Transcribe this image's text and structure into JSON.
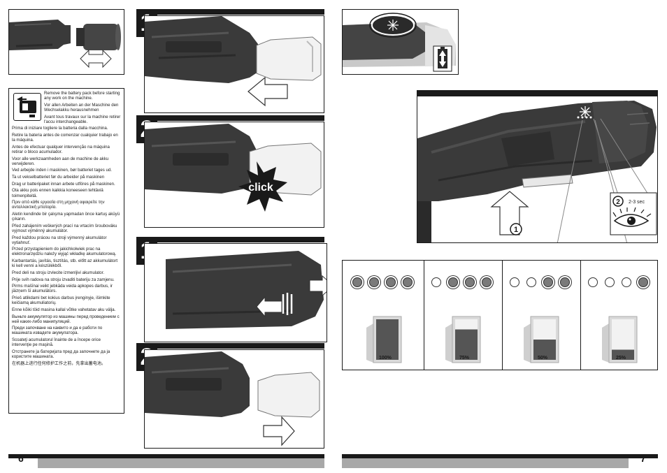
{
  "left_page": {
    "page_number": "6",
    "steps": {
      "insert_1": "1",
      "insert_2": "2",
      "remove_1": "1",
      "remove_2": "2"
    },
    "click_label": "click",
    "warnings": [
      "Remove the battery pack before starting any work on the machine.",
      "Vor allen Arbeiten an der Maschine den Wechselakku herausnehmen",
      "Avant tous travaux sur la machine retirer l'accu interchangeable.",
      "Prima di iniziare togliere la batteria dalla macchina.",
      "Retire la bateria antes de comenzar cualquier trabajo en la máquina.",
      "Antes de efectuar qualquer intervenção na máquina retirar o bloco acumulador.",
      "Voor alle werkzaamheden aan de machine de akku verwijderen.",
      "Ved arbejde inden i maskinen, bør batteriet tages ud.",
      "Ta ut vekselbatteriet før du arbeider på maskinen",
      "Drag ur batteripaket innan arbete utföres på maskinen.",
      "Ota akku pois ennen kaikkia koneeseen tehtäviä toimenpiteitä.",
      "Πριν από κάθε εργασία στη μηχανή αφαιρείτε την ανταλλακτική μπαταρία.",
      "Aletin kendinde bir çalışma yapmadan önce kartuş aküyü çıkarın.",
      "Před zahájením veškerých prací na vrtacím šroubováku vyjmout výměnný akumulátor.",
      "Pred každou prácou na stroji výmenný akumulátor vytiahnuť.",
      "Przed przystąpieniem do jakichkolwiek prac na elektronarzędziu należy wyjąć wkładkę akumulatorową.",
      "Karbantartás, javítás, tisztítás, stb. előtt az akkumulátort ki kell venni a készülékből.",
      "Pred deli na stroju izvlecite izmenljivi akumulator.",
      "Prije svih radova na stroju izvaditi bateriju za zamjenu.",
      "Pirms mašīnai veikt jebkāda veida apkopes darbus, ir jāizņem šī akumulātors.",
      "Prieš atlikdami bet kokius darbus įrenginyje, išimkite keičiamą akumuliatorių.",
      "Enne kõiki töid masina kallal võtke vahetatav aku välja.",
      "Выньте аккумулятор из машины перед проведением с ней каких-либо манипуляций.",
      "Преди започване на каквито и да е работи по машината извадете акумулатора.",
      "Scoateţi acumulatorul înainte de a începe orice intervenţie pe maşină.",
      "Отстранете ја батеријата пред да започнете да ја користите машината.",
      "在机器上进行任何修护工作之前，先拿出蓄电池。"
    ]
  },
  "right_page": {
    "page_number": "7",
    "hold_time": "2-3 sec",
    "step_markers": [
      "1",
      "2"
    ],
    "charge_levels": [
      {
        "label": "100%",
        "leds_on": 4,
        "fill": 1.0
      },
      {
        "label": "75%",
        "leds_on": 3,
        "fill": 0.75
      },
      {
        "label": "50%",
        "leds_on": 2,
        "fill": 0.5
      },
      {
        "label": "25%",
        "leds_on": 1,
        "fill": 0.25
      }
    ]
  },
  "colors": {
    "tool_body": "#3a3a3a",
    "battery_pack": "#f2f2f2",
    "header_bar": "#1a1a1a",
    "footer_bar": "#a8a8a8"
  }
}
